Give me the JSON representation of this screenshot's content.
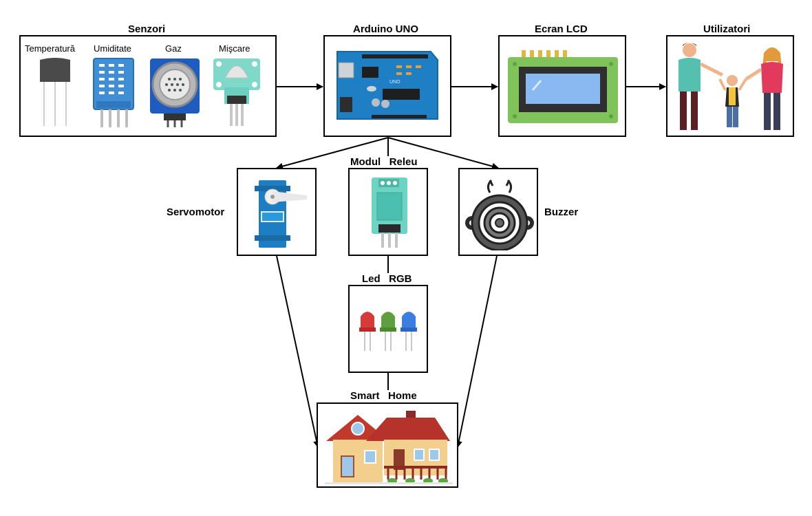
{
  "nodes": {
    "senzori": {
      "title": "Senzori",
      "items": [
        "Temperatură",
        "Umiditate",
        "Gaz",
        "Mişcare"
      ]
    },
    "arduino": {
      "title": "Arduino UNO"
    },
    "lcd": {
      "title": "Ecran LCD"
    },
    "utilizatori": {
      "title": "Utilizatori"
    },
    "servomotor": {
      "title": "Servomotor"
    },
    "releu": {
      "title": "Modul   Releu"
    },
    "buzzer": {
      "title": "Buzzer"
    },
    "led": {
      "title": "Led   RGB"
    },
    "home": {
      "title": "Smart   Home"
    }
  },
  "edges": [
    [
      "senzori",
      "arduino"
    ],
    [
      "arduino",
      "lcd"
    ],
    [
      "lcd",
      "utilizatori"
    ],
    [
      "arduino",
      "servomotor"
    ],
    [
      "arduino",
      "releu"
    ],
    [
      "arduino",
      "buzzer"
    ],
    [
      "releu",
      "led"
    ],
    [
      "servomotor",
      "home"
    ],
    [
      "led",
      "home"
    ],
    [
      "buzzer",
      "home"
    ]
  ],
  "colors": {
    "board_blue": "#1f7fc4",
    "lcd_green": "#7fc35a",
    "lcd_screen": "#8ab8f0",
    "module_teal": "#6dd3c3",
    "roof_red": "#c0392b",
    "house_wall": "#f3cf8e"
  }
}
